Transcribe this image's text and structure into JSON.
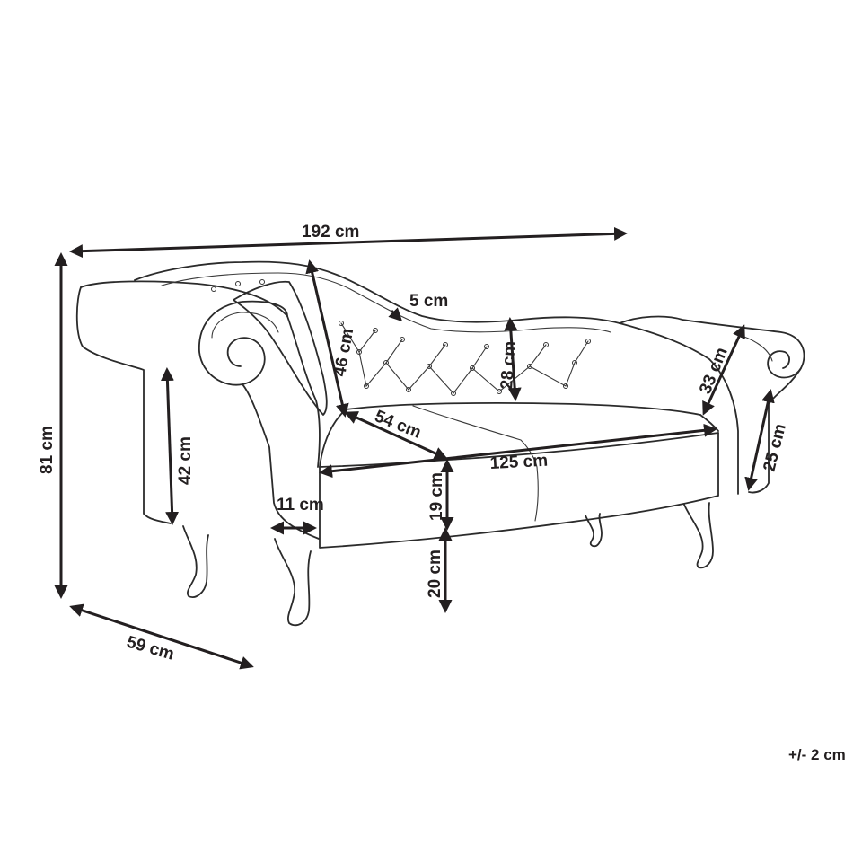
{
  "dimensions": {
    "overall_width": "192 cm",
    "overall_height": "81 cm",
    "depth": "59 cm",
    "arm_height": "42 cm",
    "back_height": "46 cm",
    "back_thickness": "5 cm",
    "back_low_height": "28 cm",
    "seat_depth": "54 cm",
    "seat_width": "125 cm",
    "seat_height": "19 cm",
    "leg_height": "20 cm",
    "arm_width": "11 cm",
    "right_arm_length": "33 cm",
    "right_arm_height": "25 cm"
  },
  "tolerance": "+/- 2 cm",
  "colors": {
    "line": "#2b2b2b",
    "dimension": "#231f20",
    "background": "#ffffff"
  }
}
